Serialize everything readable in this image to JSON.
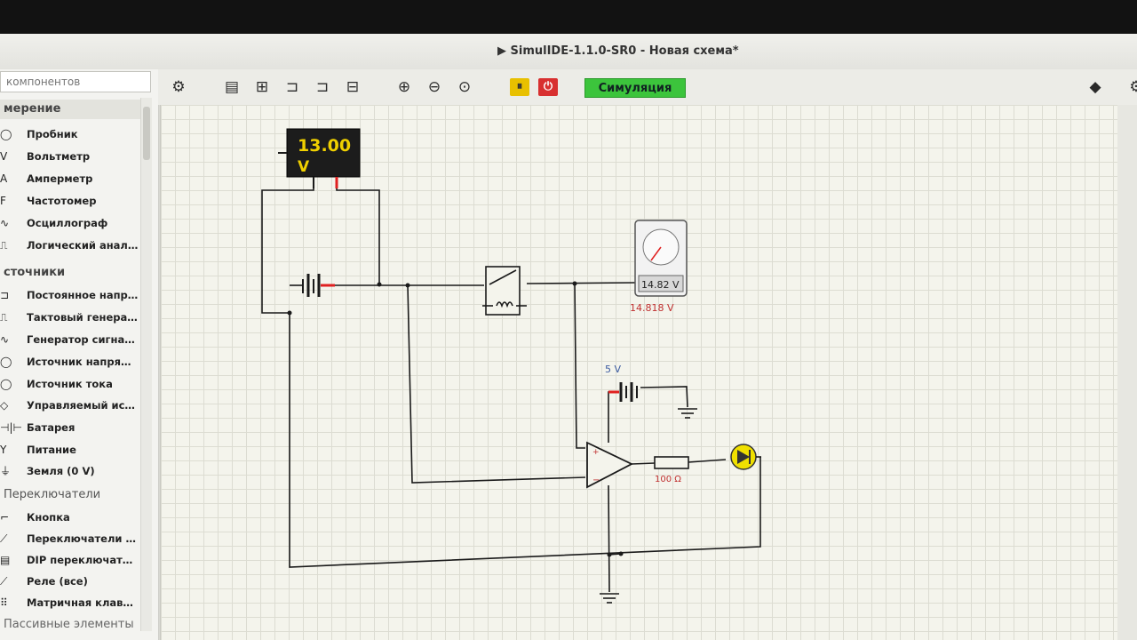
{
  "window": {
    "title": "▶ SimulIDE-1.1.0-SR0 - Новая схема*"
  },
  "sidebar": {
    "search_placeholder": "компонентов",
    "categories": [
      {
        "label": "мерение",
        "items": [
          {
            "icon": "probe-icon",
            "glyph": "◯",
            "label": "Пробник"
          },
          {
            "icon": "voltmeter-icon",
            "glyph": "V",
            "label": "Вольтметр"
          },
          {
            "icon": "ammeter-icon",
            "glyph": "A",
            "label": "Амперметр"
          },
          {
            "icon": "frequency-meter-icon",
            "glyph": "F",
            "label": "Частотомер"
          },
          {
            "icon": "oscilloscope-icon",
            "glyph": "∿",
            "label": "Осциллограф"
          },
          {
            "icon": "logic-analyzer-icon",
            "glyph": "⎍",
            "label": "Логический анал…"
          }
        ]
      },
      {
        "label": "сточники",
        "items": [
          {
            "icon": "dc-source-icon",
            "glyph": "⊐",
            "label": "Постоянное напр…"
          },
          {
            "icon": "clock-generator-icon",
            "glyph": "⎍",
            "label": "Тактовый генера…"
          },
          {
            "icon": "wave-generator-icon",
            "glyph": "∿",
            "label": "Генератор сигна…"
          },
          {
            "icon": "voltage-source-icon",
            "glyph": "◯",
            "label": "Источник напря…"
          },
          {
            "icon": "current-source-icon",
            "glyph": "◯",
            "label": "Источник тока"
          },
          {
            "icon": "controlled-source-icon",
            "glyph": "◇",
            "label": "Управляемый ис…"
          },
          {
            "icon": "battery-icon",
            "glyph": "⊣|⊢",
            "label": "Батарея"
          },
          {
            "icon": "supply-icon",
            "glyph": "Y",
            "label": "Питание"
          },
          {
            "icon": "ground-icon",
            "glyph": "⏚",
            "label": "Земля (0 V)"
          }
        ]
      },
      {
        "label": "Переключатели",
        "items": [
          {
            "icon": "button-icon",
            "glyph": "⌐",
            "label": "Кнопка"
          },
          {
            "icon": "switch-icon",
            "glyph": "⟋",
            "label": "Переключатели …"
          },
          {
            "icon": "dip-switch-icon",
            "glyph": "▤",
            "label": "DIP переключат…"
          },
          {
            "icon": "relay-icon",
            "glyph": "⟋",
            "label": "Реле (все)"
          },
          {
            "icon": "keypad-icon",
            "glyph": "⠿",
            "label": "Матричная клав…"
          }
        ]
      },
      {
        "label": "Пассивные элементы",
        "items": []
      }
    ]
  },
  "toolbar": {
    "simulation_label": "Симуляция"
  },
  "circuit": {
    "voltmeter_value": "13.00",
    "voltmeter_unit": "V",
    "gauge_display": "14.82 V",
    "gauge_reading": "14.818 V",
    "supply_label": "5 V",
    "resistor_label": "100 Ω"
  },
  "colors": {
    "simulation": "#3cc43c",
    "wire": "#1a1a1a",
    "pin_red": "#e02020",
    "led": "#f0e000",
    "value_text": "#c03030",
    "meter_bg": "#1c1c1c",
    "meter_text": "#f0d000"
  }
}
